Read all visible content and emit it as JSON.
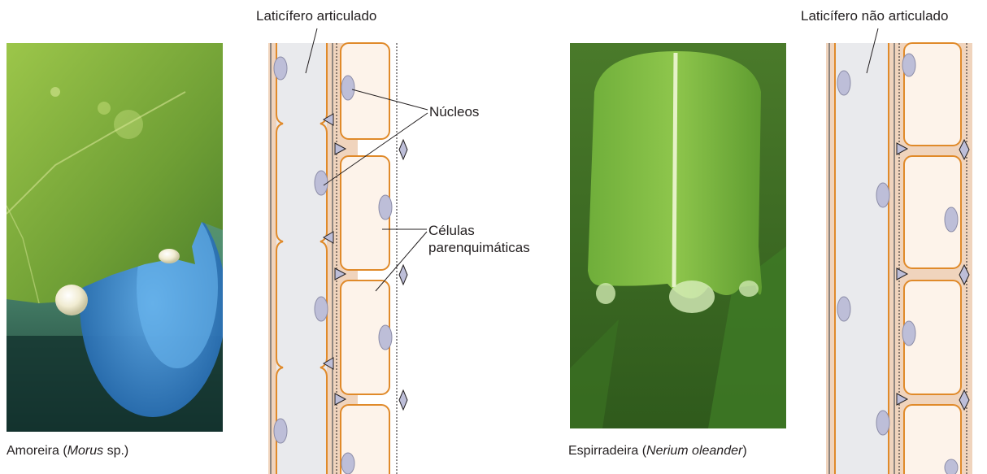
{
  "labels": {
    "articulated": "Laticífero articulado",
    "nonarticulated": "Laticífero não articulado",
    "nuclei": "Núcleos",
    "parenchyma_line1": "Células",
    "parenchyma_line2": "parenquimáticas"
  },
  "captions": {
    "morus": {
      "prefix": "Amoreira (",
      "italic": "Morus",
      "suffix": " sp.)"
    },
    "nerium": {
      "prefix": "Espirradeira (",
      "italic": "Nerium oleander",
      "suffix": ")"
    }
  },
  "colors": {
    "cell_wall": "#e08a2a",
    "tissue": "#f0d4bd",
    "cell_fill": "#fdf3ea",
    "laticifer_fill": "#e9eaed",
    "nucleus": "#bdbed8",
    "ink": "#231f20"
  }
}
